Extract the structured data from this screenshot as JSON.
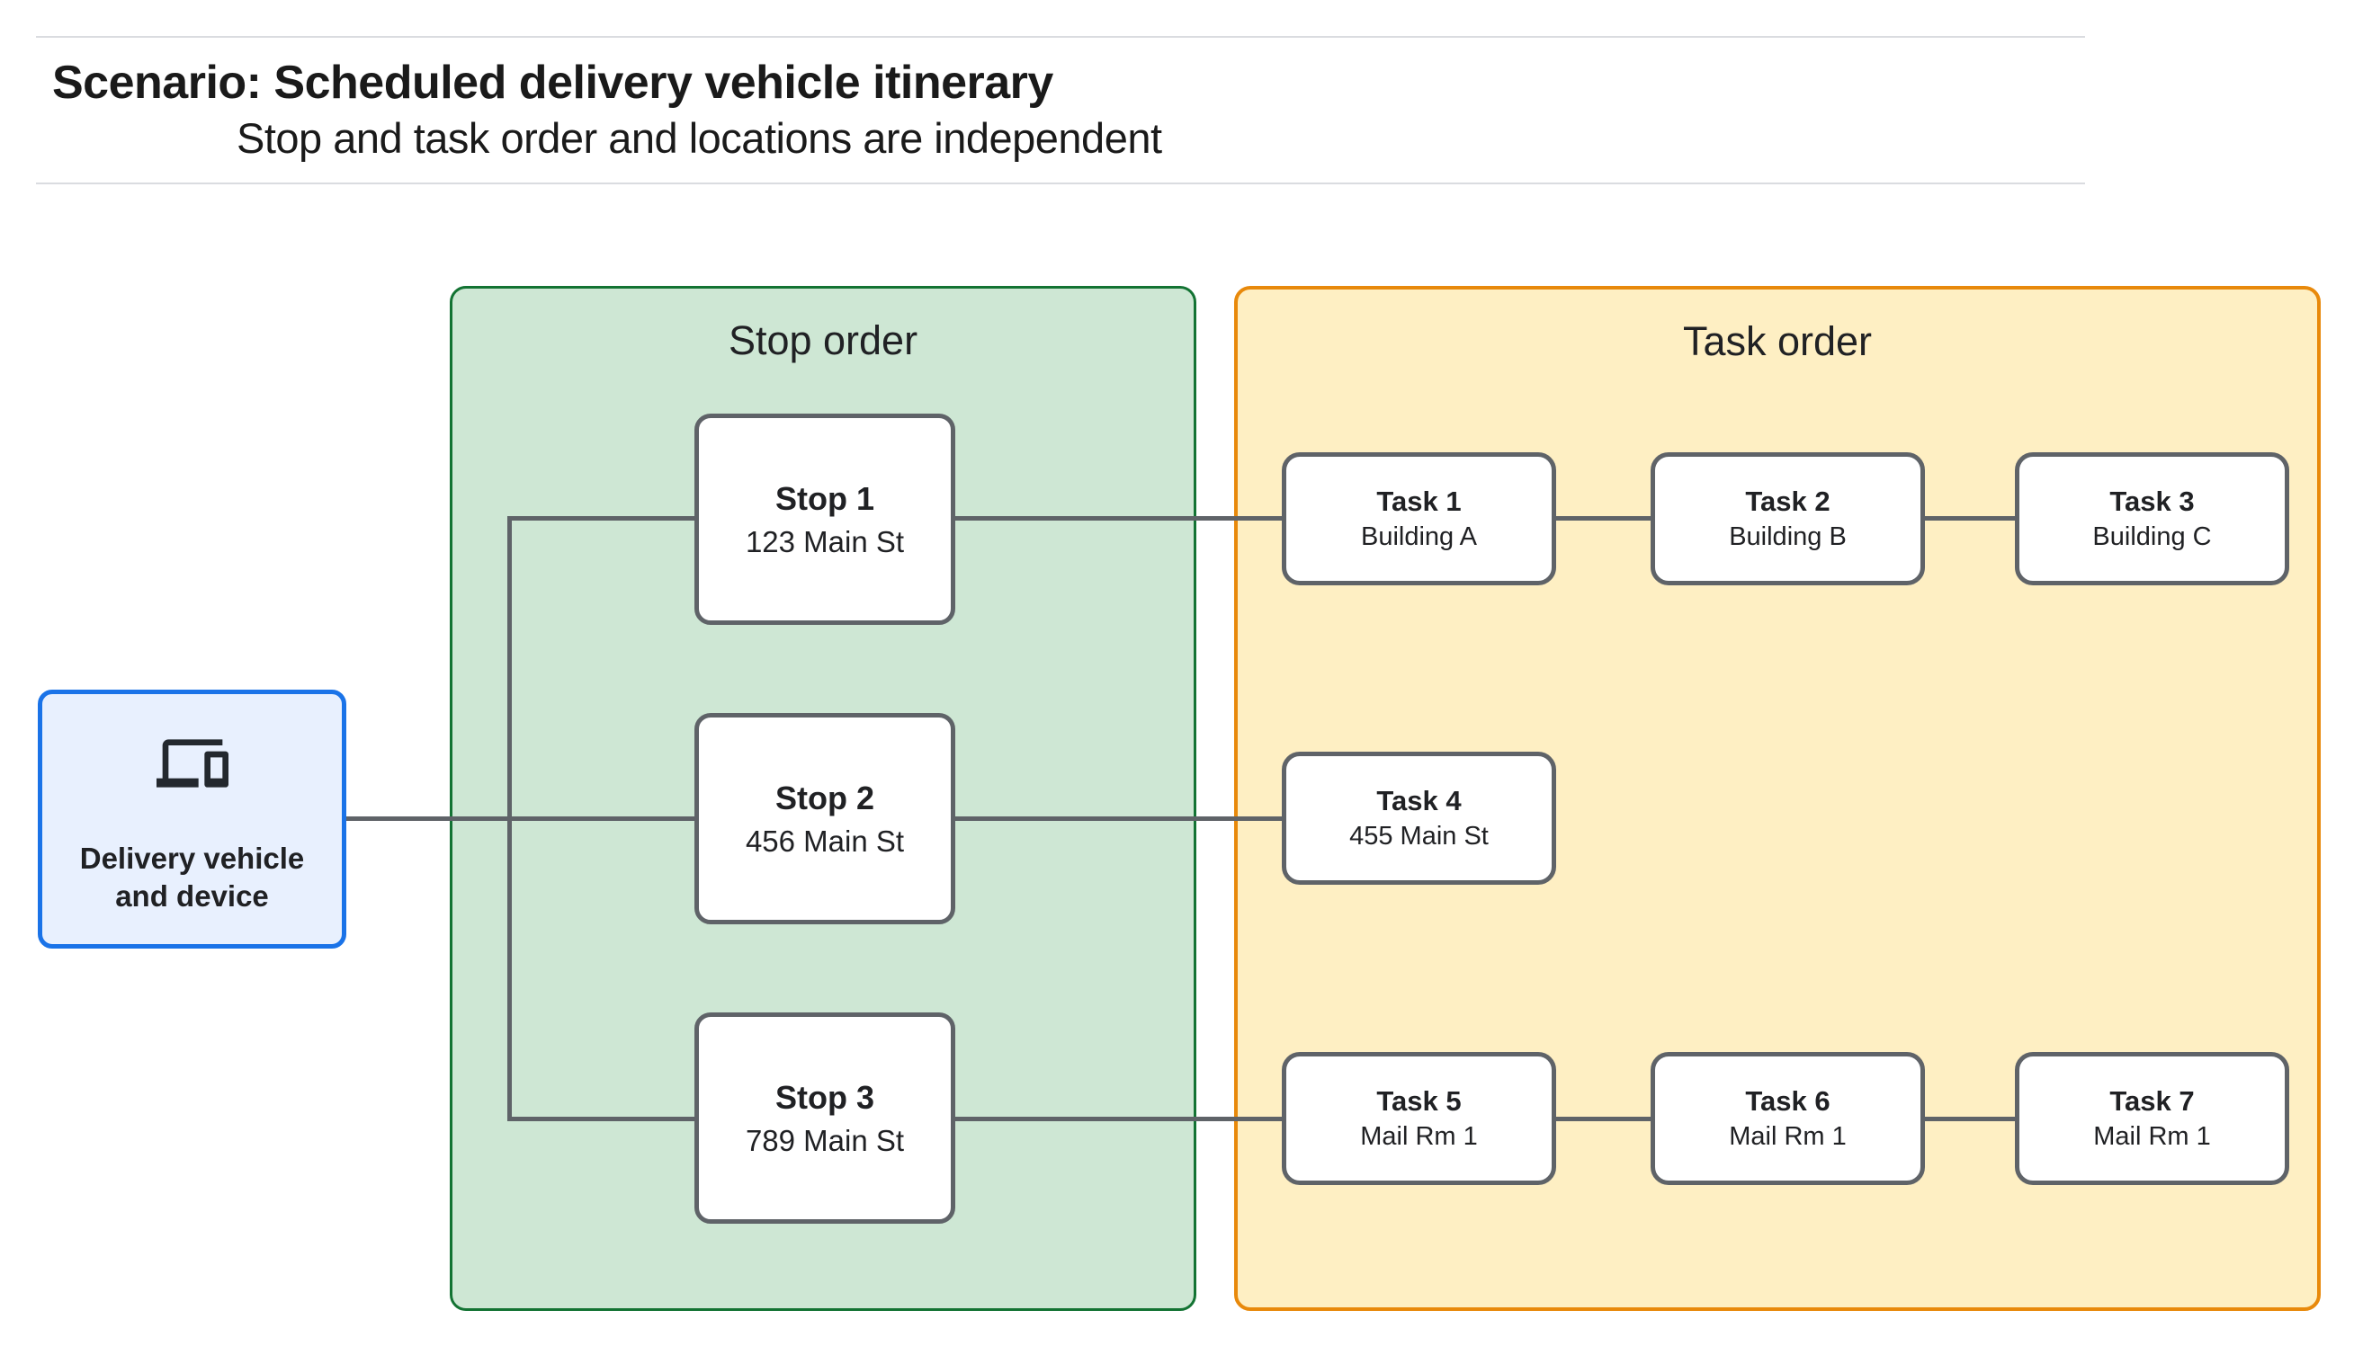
{
  "header": {
    "title": "Scenario: Scheduled delivery vehicle itinerary",
    "subtitle": "Stop and task order and locations are independent"
  },
  "device_node": {
    "label": "Delivery vehicle and device",
    "icon": "devices-icon"
  },
  "panels": {
    "stop_order": {
      "title": "Stop order",
      "fill": "#CEE7D4",
      "border": "#137333"
    },
    "task_order": {
      "title": "Task order",
      "fill": "#FEEFC3",
      "border": "#E8890B"
    }
  },
  "stops": [
    {
      "name": "Stop 1",
      "location": "123 Main St"
    },
    {
      "name": "Stop 2",
      "location": "456 Main St"
    },
    {
      "name": "Stop 3",
      "location": "789 Main St"
    }
  ],
  "tasks": [
    {
      "name": "Task 1",
      "location": "Building A"
    },
    {
      "name": "Task 2",
      "location": "Building B"
    },
    {
      "name": "Task 3",
      "location": "Building C"
    },
    {
      "name": "Task 4",
      "location": "455 Main St"
    },
    {
      "name": "Task 5",
      "location": "Mail Rm 1"
    },
    {
      "name": "Task 6",
      "location": "Mail Rm 1"
    },
    {
      "name": "Task 7",
      "location": "Mail Rm 1"
    }
  ],
  "colors": {
    "device_fill": "#E8F0FE",
    "device_border": "#1A73E8",
    "node_border": "#5F6368",
    "connector": "#5F6368",
    "text": "#202124",
    "divider": "#DADCE0"
  }
}
